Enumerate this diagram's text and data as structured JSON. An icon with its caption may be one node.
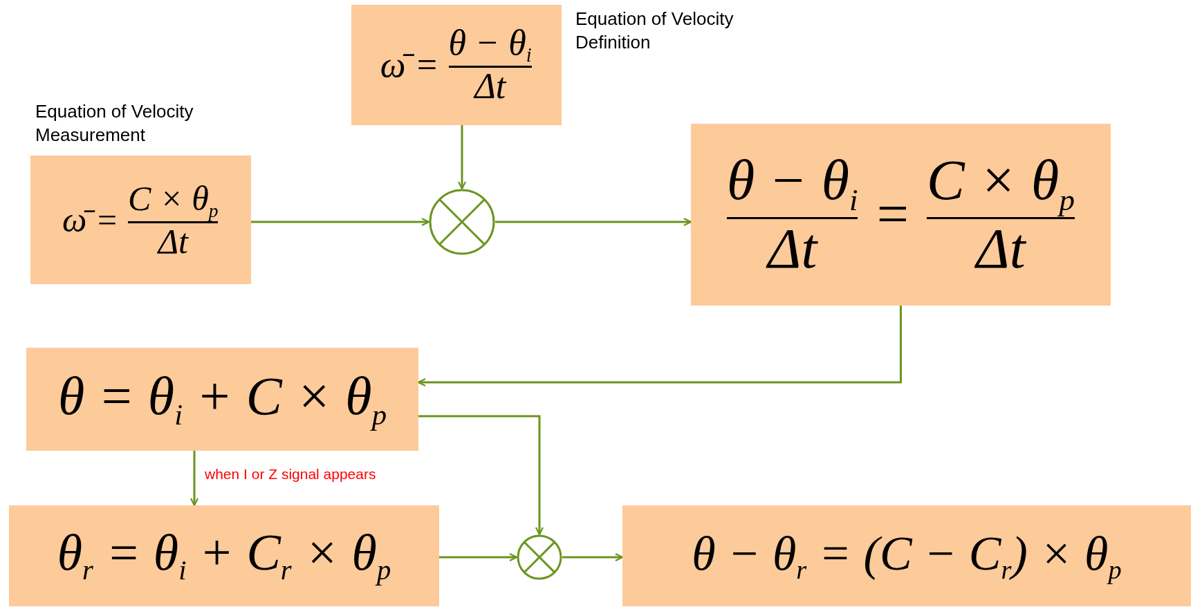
{
  "diagram": {
    "nodes": [
      {
        "text": [
          "ω̄ =",
          "θ − θ$_{i}$",
          "Δt"
        ],
        "beside": [
          "Equation of Velocity Definition"
        ]
      },
      {
        "text": [
          "ω̄ =",
          "C × θ$_{p}$",
          "Δt"
        ],
        "beside": [
          "Equation of Velocity Measurement"
        ]
      },
      {
        "text": [],
        "shape": "circle"
      },
      {
        "text": [
          "θ − θ$_{i}$",
          "Δt",
          "=",
          "C × θ$_{p}$",
          "Δt"
        ]
      },
      {
        "text": [
          "θ = θ$_{i}$ + C × θ$_{p}$"
        ]
      },
      {
        "text": [
          "θ$_{r}$ = θ$_{i}$ + C$_{r}$ × θ$_{p}$"
        ]
      },
      {
        "text": [],
        "shape": "circle"
      },
      {
        "text": [
          "θ − θ$_{r}$ = (C − C$_{r}$) × θ$_{p}$"
        ]
      }
    ],
    "edges": [
      {
        "from": 0,
        "to": 2,
        "arrow": "to"
      },
      {
        "from": 1,
        "to": 2,
        "arrow": "to"
      },
      {
        "from": 2,
        "to": 3,
        "arrow": "to"
      },
      {
        "from": 3,
        "to": 4,
        "arrow": "to"
      },
      {
        "from": 4,
        "to": 5,
        "arrow": "to",
        "label": "when I or Z signal appears"
      },
      {
        "from": 4,
        "to": 6,
        "arrow": "to"
      },
      {
        "from": 5,
        "to": 6,
        "arrow": "to"
      },
      {
        "from": 6,
        "to": 7,
        "arrow": "to"
      }
    ]
  }
}
